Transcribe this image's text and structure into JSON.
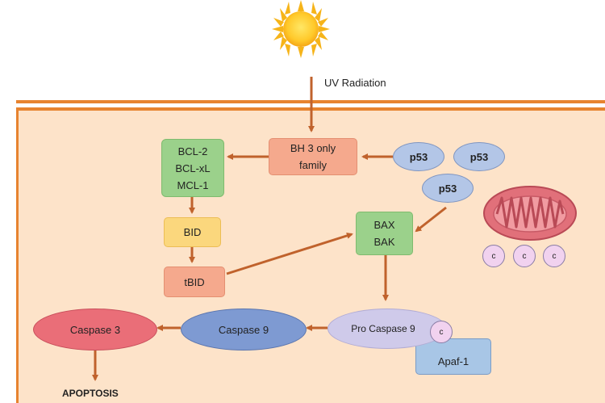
{
  "stimulus": {
    "label": "UV Radiation"
  },
  "nodes": {
    "bh3": {
      "line1": "BH 3 only",
      "line2": "family"
    },
    "bcl": {
      "line1": "BCL-2",
      "line2": "BCL-xL",
      "line3": "MCL-1"
    },
    "bid": {
      "label": "BID"
    },
    "tbid": {
      "label": "tBID"
    },
    "bax": {
      "line1": "BAX",
      "line2": "BAK"
    },
    "p53_a": {
      "label": "p53"
    },
    "p53_b": {
      "label": "p53"
    },
    "p53_c": {
      "label": "p53"
    },
    "cytc": {
      "label": "c"
    },
    "caspase3": {
      "label": "Caspase 3"
    },
    "caspase9": {
      "label": "Caspase 9"
    },
    "procaspase9": {
      "label": "Pro Caspase 9"
    },
    "apaf1": {
      "label": "Apaf-1"
    },
    "apoptosis": {
      "label": "APOPTOSIS"
    }
  },
  "colors": {
    "membrane": "#e7832f",
    "cytoplasm": "#fde3c9",
    "arrow": "#c0622c",
    "bcl_green": "#9bd18b",
    "bid_yellow": "#fbd77d",
    "bh3_salmon": "#f5a98d",
    "p53_blue": "#b3c6e7",
    "caspase3_red": "#ea6e78",
    "caspase9_blue": "#7e9ad2",
    "procaspase_lavender": "#cfcaea",
    "apaf_blue": "#a8c6e6",
    "mito_pink": "#e1707a",
    "cytc_pink": "#f1d2ef"
  }
}
